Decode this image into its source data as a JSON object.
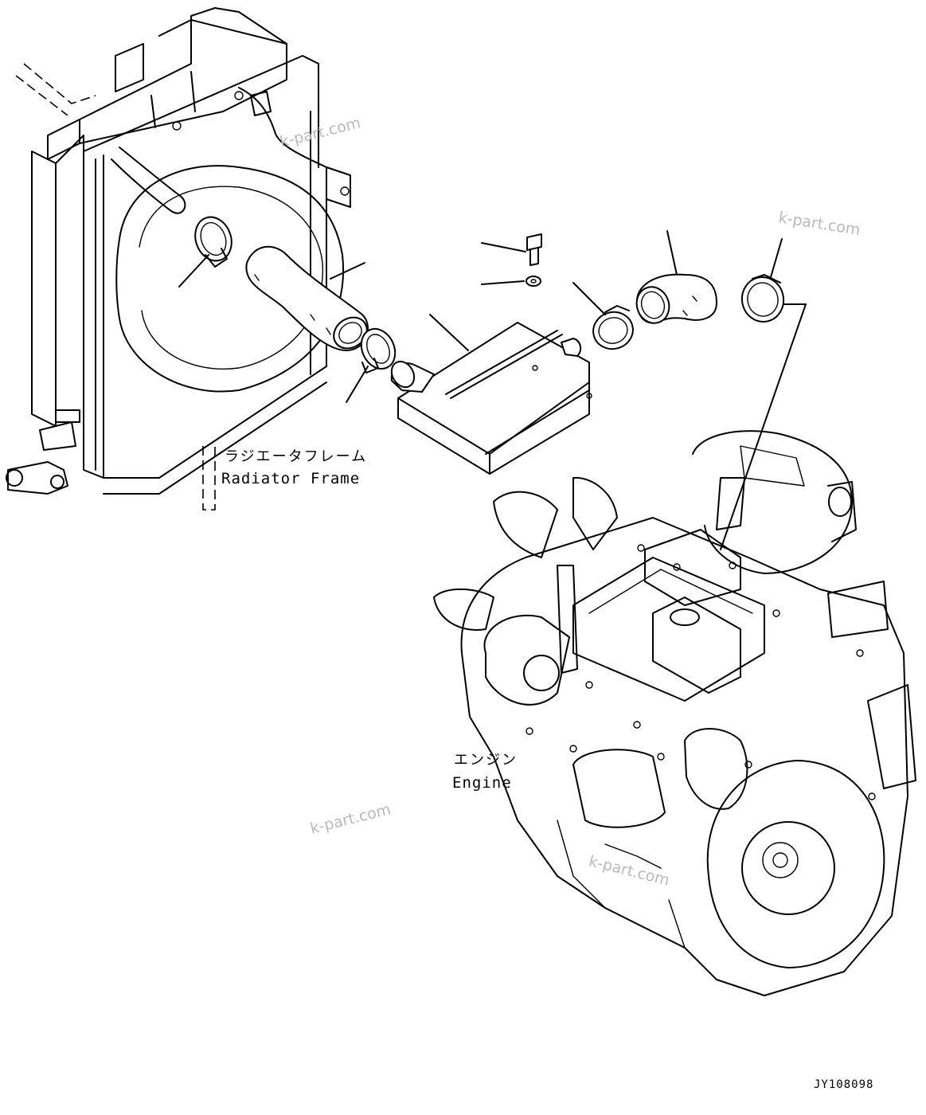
{
  "diagram": {
    "labels": {
      "radiator_frame_jp": "ラジエータフレーム",
      "radiator_frame_en": "Radiator Frame",
      "engine_jp": "エンジン",
      "engine_en": "Engine"
    },
    "watermark": "k-part.com",
    "document_id": "JY108098"
  }
}
